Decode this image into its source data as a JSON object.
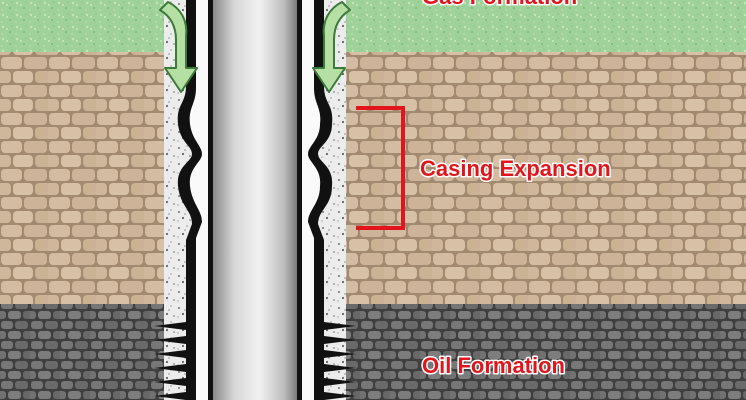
{
  "diagram": {
    "labels": {
      "gas_formation": "Gas Formation",
      "casing_expansion": "Casing Expansion",
      "oil_formation": "Oil Formation"
    },
    "layers": [
      {
        "name": "gas-formation",
        "color": "#9fd29a"
      },
      {
        "name": "sandstone",
        "color": "#cdb59a"
      },
      {
        "name": "oil-formation",
        "color": "#6e6e6e"
      }
    ],
    "colors": {
      "label_red": "#e0161c",
      "bracket_red": "#e0161c",
      "arrow_green": "#b6e0a3",
      "cement": "#e9e9e9",
      "casing_black": "#111111",
      "tubing_gray": "#c9c9c9"
    },
    "icons": [
      "down-arrow-icon",
      "down-arrow-icon",
      "bracket-icon"
    ]
  }
}
